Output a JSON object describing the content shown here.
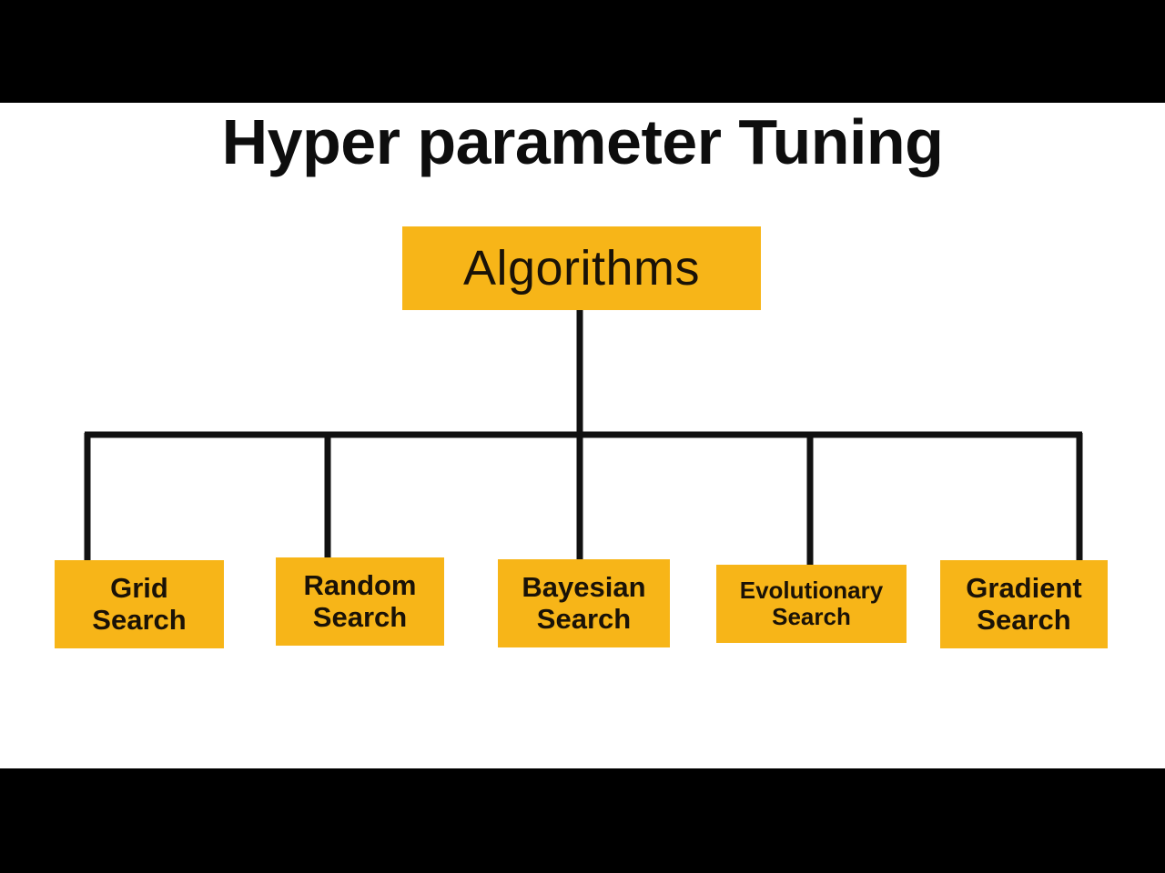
{
  "meta": {
    "background_color": "#ffffff",
    "letterbox_color": "#000000",
    "accent_color": "#f7b518",
    "line_color": "#111111",
    "text_color": "#1a1207"
  },
  "title": "Hyper parameter Tuning",
  "diagram": {
    "type": "tree",
    "root": {
      "label": "Algorithms"
    },
    "children": [
      {
        "line1": "Grid",
        "line2": "Search",
        "label": "Grid Search"
      },
      {
        "line1": "Random",
        "line2": "Search",
        "label": "Random Search"
      },
      {
        "line1": "Bayesian",
        "line2": "Search",
        "label": "Bayesian Search"
      },
      {
        "line1": "Evolutionary",
        "line2": "Search",
        "label": "Evolutionary Search"
      },
      {
        "line1": "Gradient",
        "line2": "Search",
        "label": "Gradient Search"
      }
    ]
  }
}
